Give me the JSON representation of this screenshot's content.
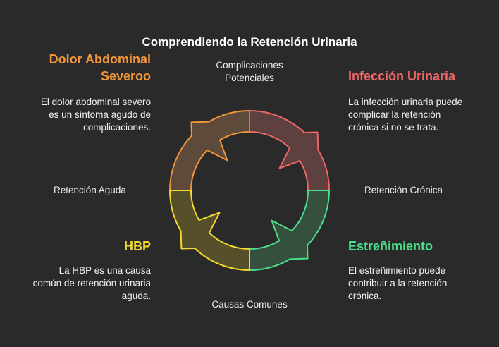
{
  "title": "Comprendiendo la Retención Urinaria",
  "axes": {
    "top": "Complicaciones\nPotenciales",
    "left": "Retención Aguda",
    "right": "Retención Crónica",
    "bottom": "Causas Comunes"
  },
  "quadrants": {
    "top_left": {
      "heading": "Dolor Abdominal\nSeveroo",
      "text": "El dolor abdominal severo\nes un síntoma agudo de\ncomplicaciones.",
      "color": "#f0953a",
      "fill": "#5e4a3a"
    },
    "top_right": {
      "heading": "Infección Urinaria",
      "text": "La infección urinaria puede\ncomplicar la retención\ncrónica si no se trata.",
      "color": "#ee6666",
      "fill": "#5e4040"
    },
    "bottom_left": {
      "heading": "HBP",
      "text": "La HBP es una causa\ncomún de retención urinaria\naguda.",
      "color": "#f2d930",
      "fill": "#55502a"
    },
    "bottom_right": {
      "heading": "Estreñimiento",
      "text": "El estreñimiento puede\ncontribuir a la retención\ncrónica.",
      "color": "#4ade8a",
      "fill": "#36503e"
    }
  }
}
